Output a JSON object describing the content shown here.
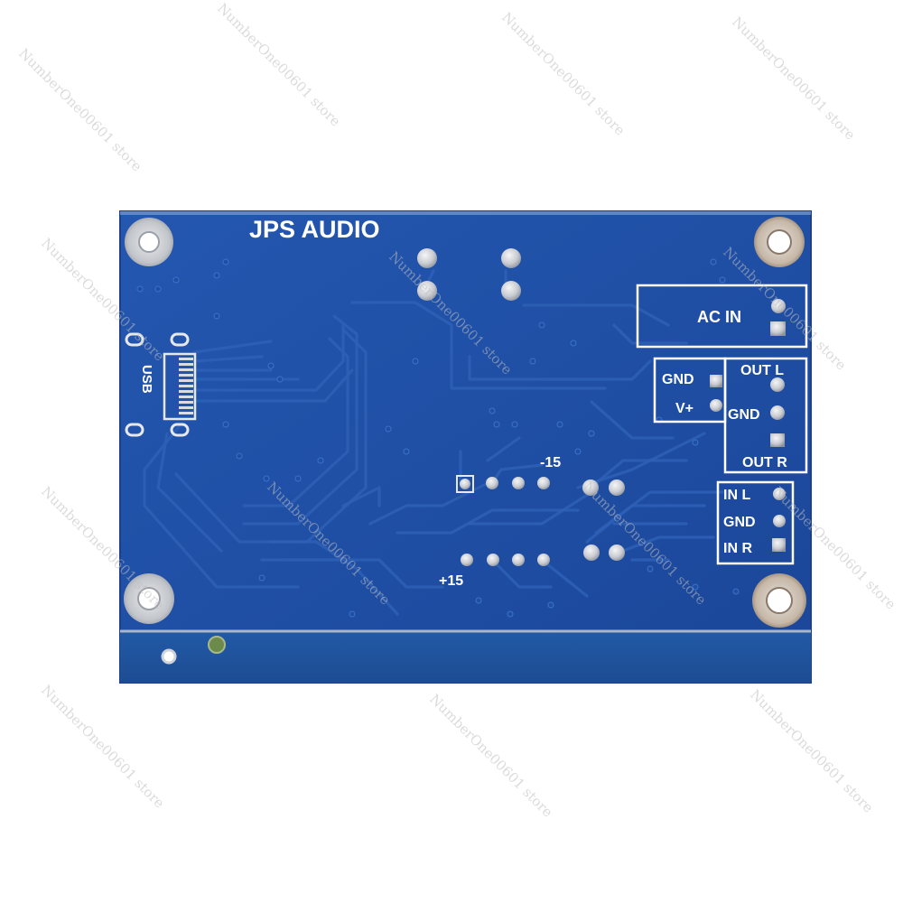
{
  "board": {
    "brand_label": "JPS AUDIO",
    "usb_label": "USB",
    "labels": {
      "ac_in": "AC IN",
      "gnd_power": "GND",
      "v_plus": "V+",
      "out_l": "OUT L",
      "gnd_out": "GND",
      "out_r": "OUT R",
      "in_l": "IN L",
      "gnd_in": "GND",
      "in_r": "IN R",
      "minus_15": "-15",
      "plus_15": "+15"
    },
    "colors": {
      "pcb_blue": "#1f4fa5",
      "pcb_edge": "#17418f",
      "silkscreen": "#ffffff",
      "solder_silver": "#c9ccd1"
    }
  },
  "watermark": {
    "text": "NumberOne00601 store"
  }
}
